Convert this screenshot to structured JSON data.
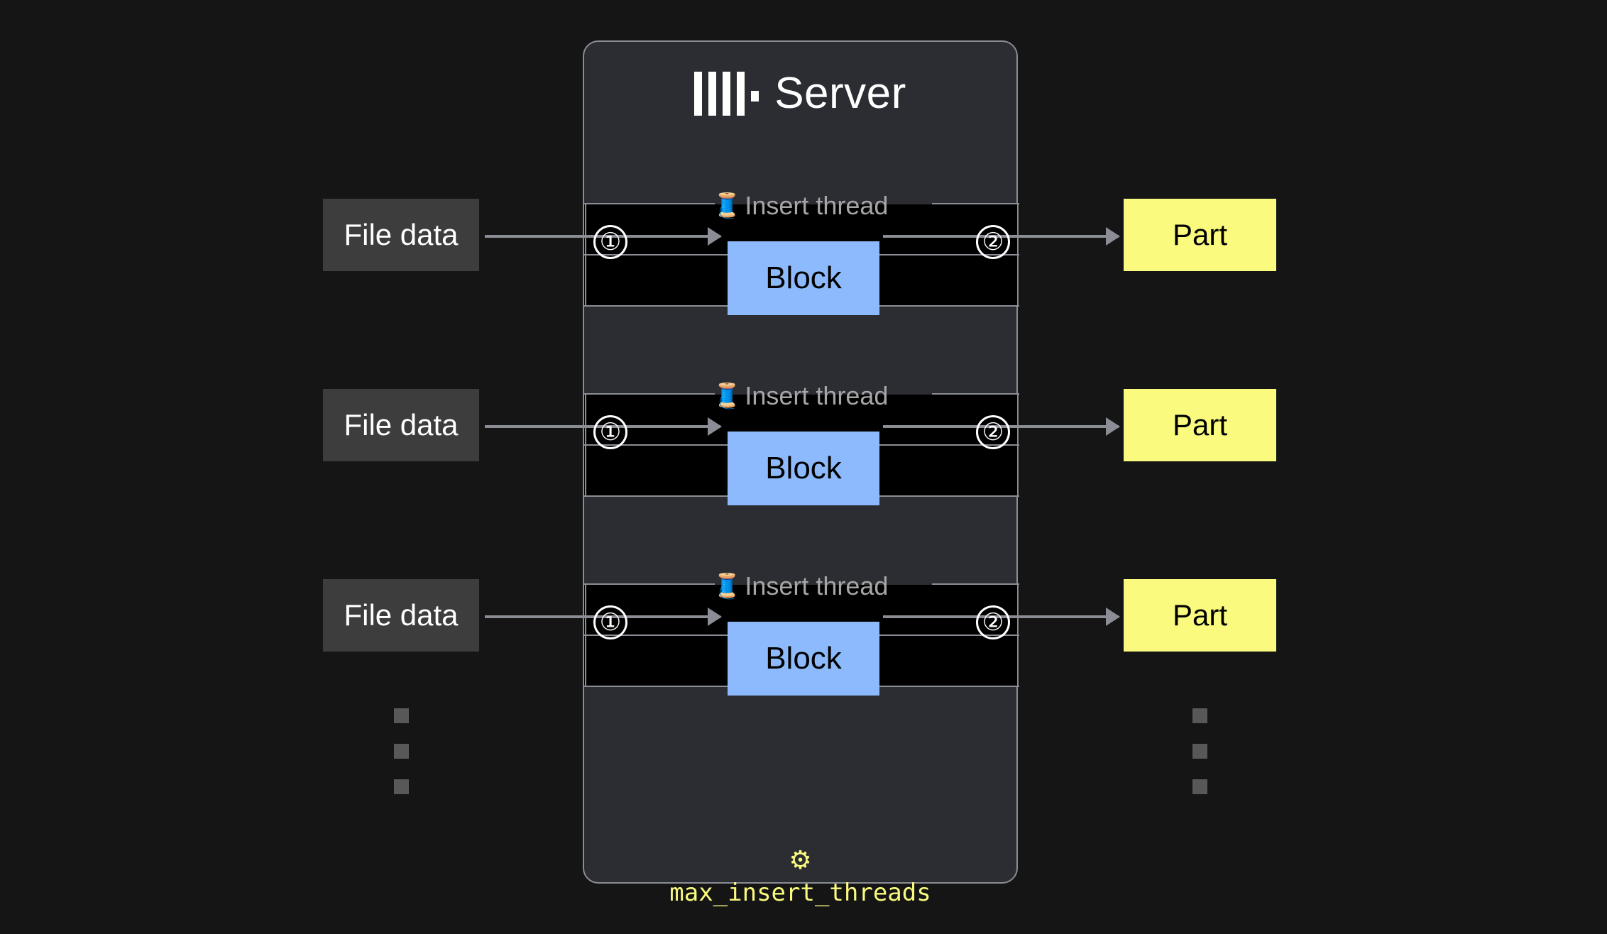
{
  "background_color": "#151515",
  "server": {
    "title": "Server",
    "logo_icon": "clickhouse-logo-icon",
    "panel_bg": "#2b2d33",
    "panel_border": "#8a8d93"
  },
  "threads": [
    {
      "label": "Insert thread",
      "label_icon": "🧵",
      "input_label": "File data",
      "step_in": "①",
      "block_label": "Block",
      "step_out": "②",
      "output_label": "Part"
    },
    {
      "label": "Insert thread",
      "label_icon": "🧵",
      "input_label": "File data",
      "step_in": "①",
      "block_label": "Block",
      "step_out": "②",
      "output_label": "Part"
    },
    {
      "label": "Insert thread",
      "label_icon": "🧵",
      "input_label": "File data",
      "step_in": "①",
      "block_label": "Block",
      "step_out": "②",
      "output_label": "Part"
    }
  ],
  "ellipsis": {
    "symbol": "■",
    "count": 3,
    "color": "#585858"
  },
  "setting": {
    "icon": "⚙",
    "name": "max_insert_threads",
    "color": "#fafa7f"
  },
  "colors": {
    "block_fill": "#8cbafc",
    "part_fill": "#fafa7f",
    "file_data_fill": "#3d3d3d",
    "thread_band_fill": "#000000",
    "line": "#8a8d93",
    "label_text": "#a6a6a6"
  }
}
